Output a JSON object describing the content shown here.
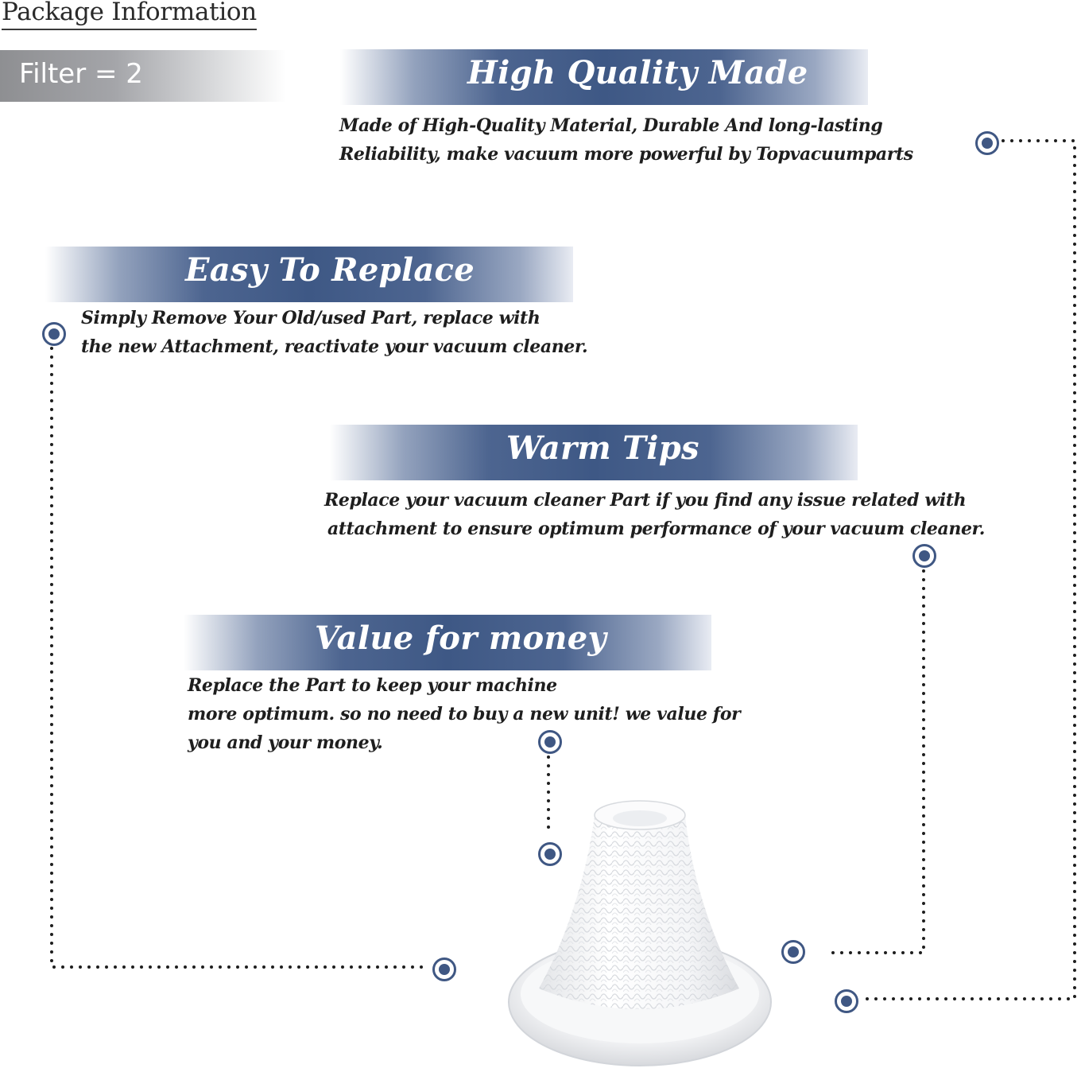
{
  "page": {
    "title": "Package Information",
    "package_line": "Filter = 2"
  },
  "features": [
    {
      "heading": "High Quality Made",
      "lines": [
        "Made of  High-Quality Material, Durable And long-lasting",
        "Reliability, make vacuum more powerful by Topvacuumparts"
      ]
    },
    {
      "heading": "Easy To Replace",
      "lines": [
        "Simply Remove Your Old/used Part, replace with",
        "the new Attachment, reactivate your vacuum cleaner."
      ]
    },
    {
      "heading": "Warm Tips",
      "lines": [
        "Replace your vacuum cleaner Part if you find any issue related with",
        "attachment to ensure optimum performance of your vacuum cleaner."
      ]
    },
    {
      "heading": "Value for money",
      "lines": [
        "Replace the Part to keep your machine",
        "more optimum. so no need to buy a new unit! we value for",
        "you and your money."
      ]
    }
  ],
  "colors": {
    "accent": "#3f5783",
    "banner_dark": "#3e5885",
    "text": "#1e1e1e",
    "package_band": "#8e8f92"
  },
  "icons": {
    "marker": "target-dot-icon",
    "product": "vacuum-filter-image"
  }
}
